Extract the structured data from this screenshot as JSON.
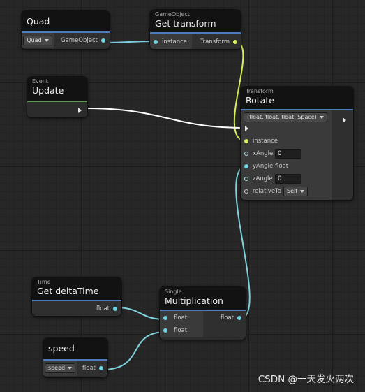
{
  "nodes": {
    "quad": {
      "title": "Quad",
      "dropdown": "Quad",
      "output_label": "GameObject"
    },
    "get_transform": {
      "category": "GameObject",
      "title": "Get transform",
      "input_label": "instance",
      "output_label": "Transform"
    },
    "update": {
      "category": "Event",
      "title": "Update"
    },
    "rotate": {
      "category": "Transform",
      "title": "Rotate",
      "overload": "(float, float, float, Space)",
      "instance_label": "instance",
      "x_label": "xAngle",
      "x_value": "0",
      "y_label": "yAngle",
      "y_value_text": "float",
      "z_label": "zAngle",
      "z_value": "0",
      "relative_label": "relativeTo",
      "relative_value": "Self"
    },
    "delta_time": {
      "category": "Time",
      "title": "Get deltaTime",
      "output_label": "float"
    },
    "multiply": {
      "category": "Single",
      "title": "Multiplication",
      "input_a_label": "float",
      "input_b_label": "float",
      "output_label": "float"
    },
    "speed": {
      "title": "speed",
      "dropdown": "speed",
      "output_label": "float"
    }
  },
  "colors": {
    "wire_object": "#7ecbe0",
    "wire_transform": "#d8ee5a",
    "wire_flow": "#ffffff",
    "wire_float": "#7ed3dc",
    "header_blue": "#4e7bc0",
    "header_green": "#5aa04f"
  },
  "watermark": "CSDN @一天发火两次"
}
